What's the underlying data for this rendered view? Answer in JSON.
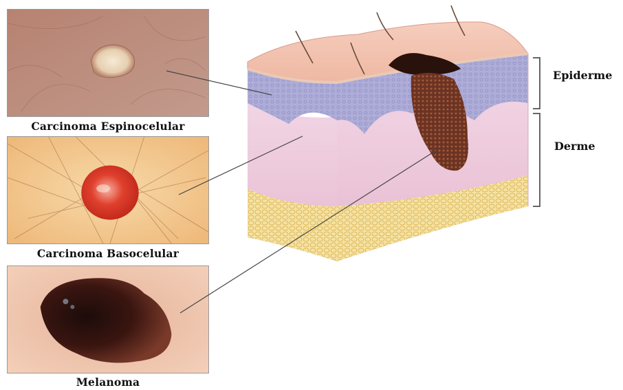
{
  "photos": [
    {
      "caption": "Carcinoma Espinocelular",
      "icon": "scc-lesion-photo"
    },
    {
      "caption": "Carcinoma Basocelular",
      "icon": "bcc-lesion-photo"
    },
    {
      "caption": "Melanoma",
      "icon": "melanoma-lesion-photo"
    }
  ],
  "layers": {
    "epiderme": "Epiderme",
    "derme": "Derme"
  },
  "colors": {
    "skin_surface": "#f2bfae",
    "epidermis": "#a9a8d6",
    "dermis": "#f0cfe0",
    "fat": "#f3dc8f",
    "melanoma": "#5a2a1a"
  }
}
